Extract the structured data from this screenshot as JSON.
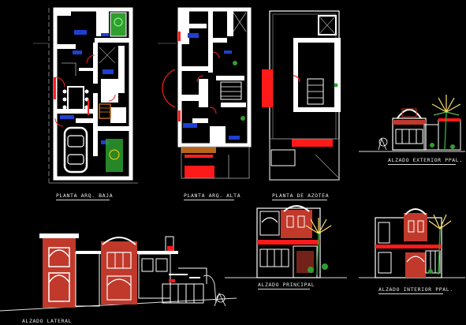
{
  "drawing": {
    "labels": {
      "ground_floor": "PLANTA ARQ. BAJA",
      "upper_floor": "PLANTA ARQ. ALTA",
      "roof": "PLANTA DE AZOTEA",
      "exterior_elevation": "ALZADO EXTERIOR PPAL.",
      "main_elevation": "ALZADO PRINCIPAL",
      "interior_elevation": "ALZADO INTERIOR PPAL.",
      "side_elevation": "ALZADO LATERAL"
    },
    "colors": {
      "background": "#000000",
      "walls": "#ffffff",
      "brick": "#c0392b",
      "accent_red": "#ff0000",
      "furniture_blue": "#1f3fd1",
      "vegetation_green": "#2e9e2e",
      "wood_orange": "#b5651d"
    }
  }
}
